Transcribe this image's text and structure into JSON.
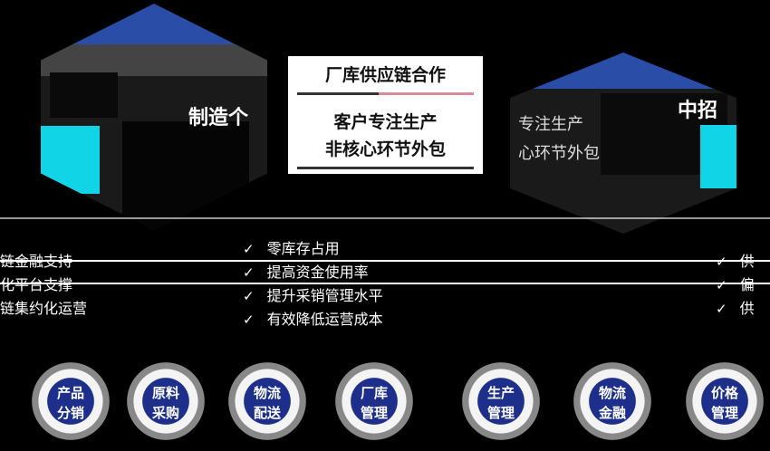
{
  "left_hex": {
    "label": "制造个"
  },
  "right_hex": {
    "label": "中招",
    "overlay_line1": "专注生产",
    "overlay_line2": "心环节外包"
  },
  "center": {
    "title": "厂库供应链合作",
    "line1": "客户专注生产",
    "line2": "非核心环节外包"
  },
  "left_list": [
    "链金融支持",
    "化平台支撑",
    "链集约化运营"
  ],
  "middle_list": [
    "零库存占用",
    "提高资金使用率",
    "提升采销管理水平",
    "有效降低运营成本"
  ],
  "right_list": [
    "供",
    "偏",
    "供"
  ],
  "circles": [
    {
      "line1": "产品",
      "line2": "分销"
    },
    {
      "line1": "原料",
      "line2": "采购"
    },
    {
      "line1": "物流",
      "line2": "配送"
    },
    {
      "line1": "厂库",
      "line2": "管理"
    },
    {
      "line1": "生产",
      "line2": "管理"
    },
    {
      "line1": "物流",
      "line2": "金融"
    },
    {
      "line1": "价格",
      "line2": "管理"
    }
  ],
  "colors": {
    "accent_blue": "#2a4ea8",
    "accent_cyan": "#11d4e6",
    "accent_pink": "#d98a9a"
  }
}
